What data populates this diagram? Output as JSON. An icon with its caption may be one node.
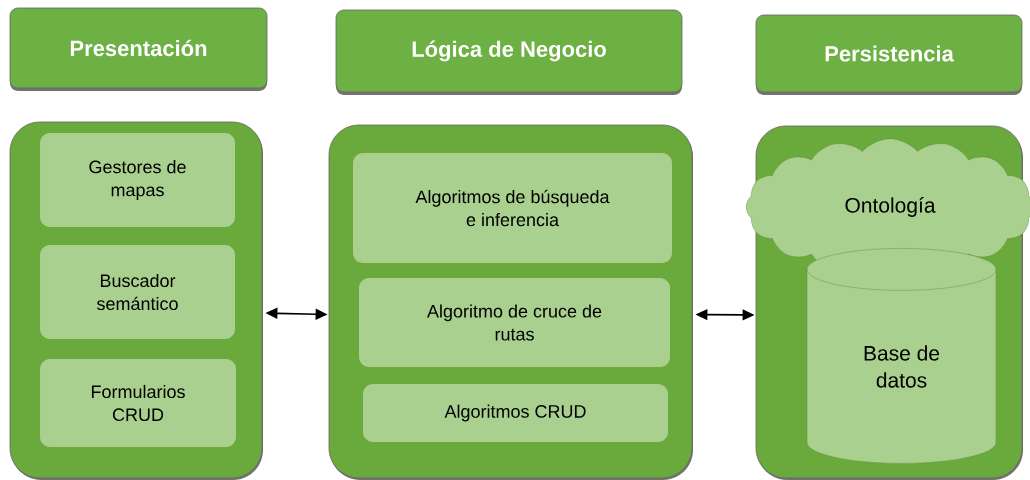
{
  "diagram": {
    "nodes": [
      {
        "text": [
          "Presentación"
        ]
      },
      {
        "text": [
          "Lógica de Negocio"
        ]
      },
      {
        "text": [
          "Persistencia"
        ]
      },
      {
        "text": [],
        "shape": "box"
      },
      {
        "text": [
          "Gestores de mapas"
        ],
        "in": 3
      },
      {
        "text": [
          "Buscador semántico"
        ],
        "in": 3
      },
      {
        "text": [
          "Formularios CRUD"
        ],
        "in": 3
      },
      {
        "text": [],
        "shape": "box"
      },
      {
        "text": [
          "Algoritmos de búsqueda e inferencia"
        ],
        "in": 7
      },
      {
        "text": [
          "Algoritmo de cruce de rutas"
        ],
        "in": 7
      },
      {
        "text": [
          "Algoritmos CRUD"
        ],
        "in": 7
      },
      {
        "text": [],
        "shape": "box"
      },
      {
        "text": [
          "Ontología"
        ],
        "in": 11
      },
      {
        "text": [
          "Base de datos"
        ],
        "in": 11
      }
    ],
    "edges": [
      {
        "from": 3,
        "to": 7,
        "arrow": "both"
      },
      {
        "from": 7,
        "to": 11,
        "arrow": "both"
      }
    ]
  }
}
